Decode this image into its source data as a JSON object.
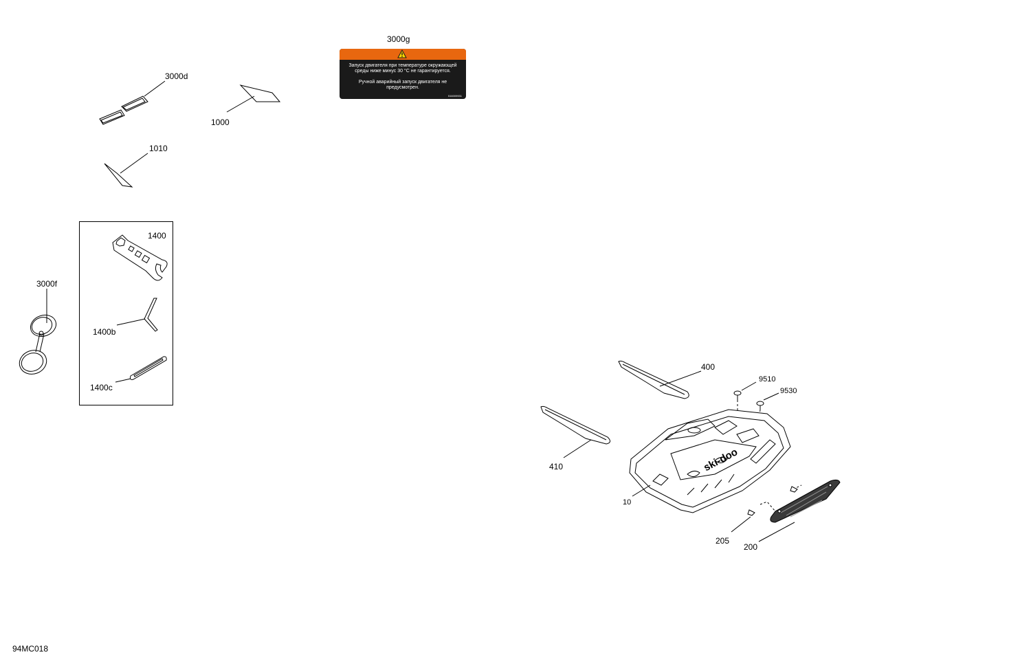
{
  "diagram": {
    "code": "94MC018",
    "callouts": {
      "p3000d": "3000d",
      "p1000": "1000",
      "p3000g": "3000g",
      "p1010": "1010",
      "p1400": "1400",
      "p3000f": "3000f",
      "p1400b": "1400b",
      "p1400c": "1400c",
      "p400": "400",
      "p9510": "9510",
      "p9530": "9530",
      "p410": "410",
      "p10": "10",
      "p205": "205",
      "p200": "200"
    },
    "warning_label": {
      "line1": "Запуск двигателя при температуре окружающей среды ниже минус 30 °C не гарантируется.",
      "line2": "Ручной аварийный запуск двигателя не предусмотрен.",
      "part_code": "516009931",
      "header_color": "#e8670f",
      "body_color": "#1a1a1a"
    },
    "logo_text": "ski-doo"
  }
}
